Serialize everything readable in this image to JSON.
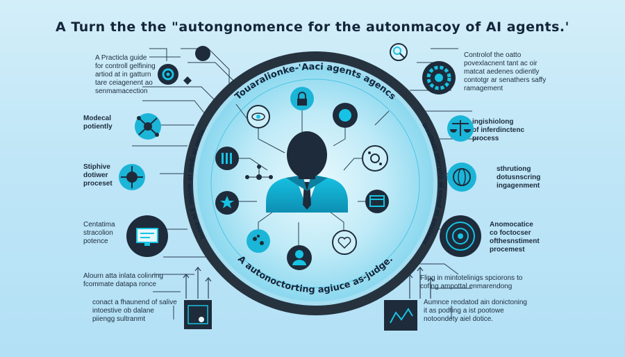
{
  "title": "A Turn the the \"autongnomence for the autonmacoy of AI agents.'",
  "ring": {
    "top_text": "Touaralionke-'Aaci agents agencs",
    "bottom_text": "A autonoctorting agiuce as-judge.",
    "left_text": "Ionio ai 6 minim ai oodi ai ooria",
    "right_text": "Iruutiuti oteruto ai oood oi oouiaon"
  },
  "left_labels": [
    "A Practicla guide\nfor controll gelfining\nartiod at in gatturn\ntare ceiagenent ao\nsenmamacection",
    "Modecal\npotiently",
    "Stiphive\ndotiwer\nproceset",
    "Centatima\nstracolion\npotence",
    "Alourn atta inlata colinring\nfcommate datapa ronce",
    "conact a fhaunend of salive\nintoestive ob dalane\npiiengg sultranmt"
  ],
  "right_labels": [
    "Controlof the oatto\npovexlacnent tant ac oir\nmatcat aedenes odiently\ncontotgr ar senathers saffy\nramagement",
    "ingishiolong\nof inferdinctenc\nprocess",
    "sthrutiong\ndotusnscring\ningagenment",
    "Anomocatice\nco foctocser\nofthesnstiment\nprocemest",
    "Fling in mintotelinigs spciorons to\ncofing ampottal enmarendong",
    "Aumnce reodatod ain donictoning\nit as podting a ist pootowe\nnotoondety aiel dotice."
  ],
  "colors": {
    "accent": "#17b3d6",
    "dark": "#1e2b3a",
    "ring": "#26333f",
    "light": "#a8e2f3"
  },
  "icons": {
    "left": [
      "settings-gear-icon",
      "network-nodes-icon",
      "virus-node-icon",
      "monitor-icon",
      "bar-chart-icon"
    ],
    "right": [
      "magnifier-icon",
      "gear-icon",
      "scales-icon",
      "globe-icon",
      "target-icon",
      "chart-board-icon"
    ],
    "inner": [
      "eye-icon",
      "lock-icon",
      "chip-icon",
      "star-icon",
      "window-icon",
      "heart-shield-icon",
      "user-icon",
      "hexagon-node-icon",
      "network-icon",
      "bars-icon"
    ],
    "center": "robot-avatar-icon"
  }
}
